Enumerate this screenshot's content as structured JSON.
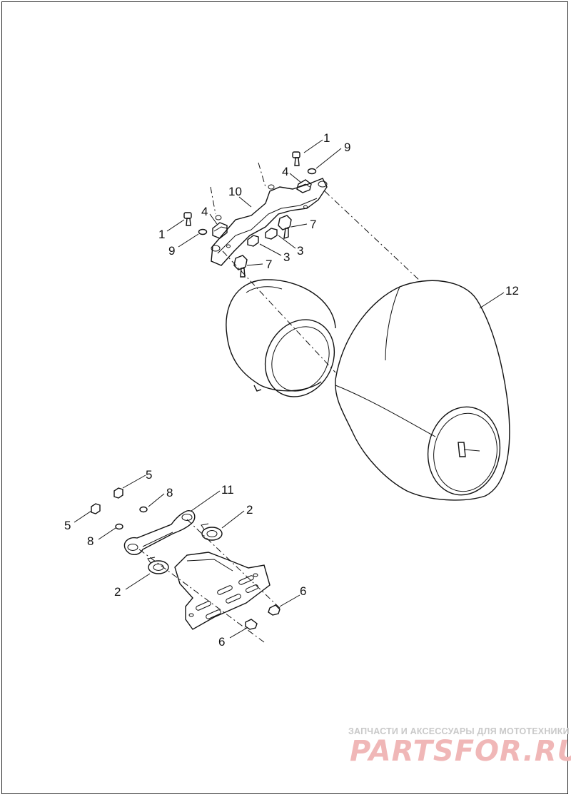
{
  "callouts": {
    "c1_top": "1",
    "c9_top": "9",
    "c4_top": "4",
    "c10": "10",
    "c4_left": "4",
    "c1_left": "1",
    "c9_left": "9",
    "c7_top": "7",
    "c3_a": "3",
    "c3_b": "3",
    "c7_bottom": "7",
    "c12": "12",
    "c5_top": "5",
    "c8_top": "8",
    "c11": "11",
    "c5_left": "5",
    "c2_right": "2",
    "c8_left": "8",
    "c2_left": "2",
    "c6_right": "6",
    "c6_bottom": "6"
  },
  "watermark": {
    "tagline": "ЗАПЧАСТИ И АКСЕССУАРЫ ДЛЯ МОТОТЕХНИКИ",
    "logo": "PARTSFOR.RU"
  }
}
